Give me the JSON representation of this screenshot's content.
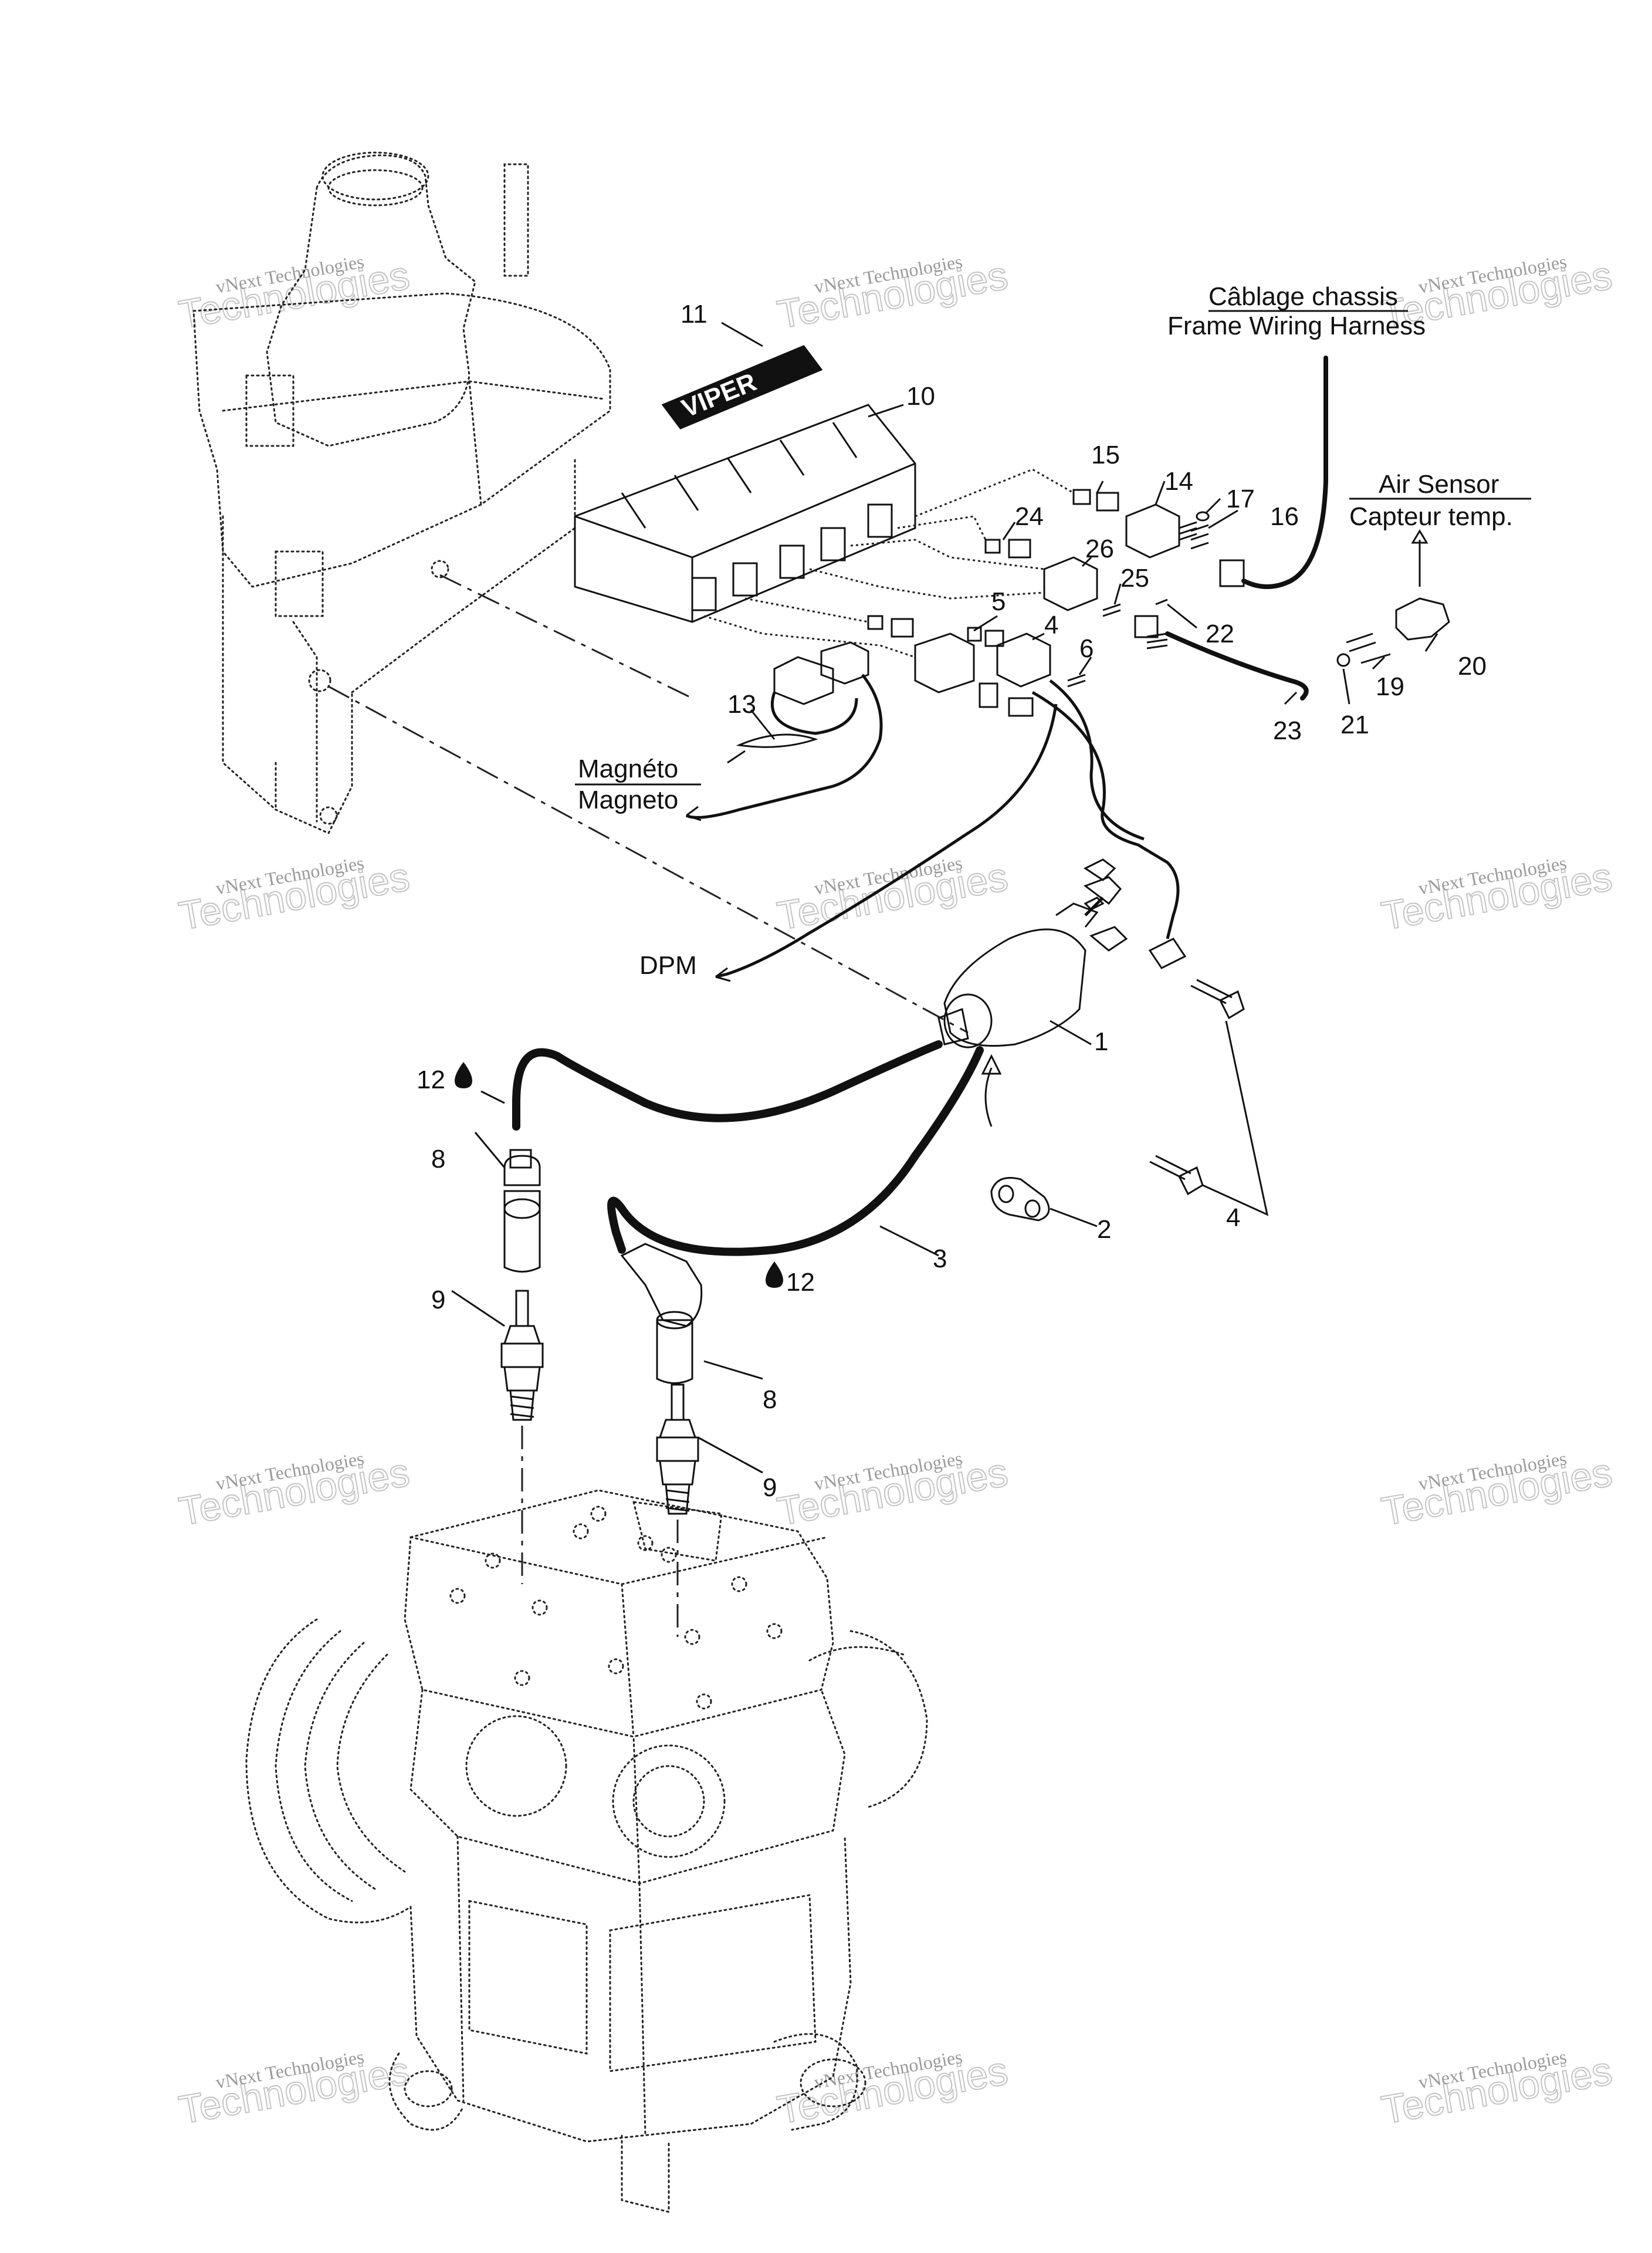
{
  "diagram": {
    "part_labels": [
      {
        "id": "1",
        "text": "1"
      },
      {
        "id": "2",
        "text": "2"
      },
      {
        "id": "3",
        "text": "3"
      },
      {
        "id": "4a",
        "text": "4"
      },
      {
        "id": "4b",
        "text": "4"
      },
      {
        "id": "5",
        "text": "5"
      },
      {
        "id": "6",
        "text": "6"
      },
      {
        "id": "8a",
        "text": "8"
      },
      {
        "id": "8b",
        "text": "8"
      },
      {
        "id": "9a",
        "text": "9"
      },
      {
        "id": "9b",
        "text": "9"
      },
      {
        "id": "10",
        "text": "10"
      },
      {
        "id": "11",
        "text": "11"
      },
      {
        "id": "12a",
        "text": "12"
      },
      {
        "id": "12b",
        "text": "12"
      },
      {
        "id": "13",
        "text": "13"
      },
      {
        "id": "14",
        "text": "14"
      },
      {
        "id": "15",
        "text": "15"
      },
      {
        "id": "16",
        "text": "16"
      },
      {
        "id": "17",
        "text": "17"
      },
      {
        "id": "19",
        "text": "19"
      },
      {
        "id": "20",
        "text": "20"
      },
      {
        "id": "21",
        "text": "21"
      },
      {
        "id": "22",
        "text": "22"
      },
      {
        "id": "23",
        "text": "23"
      },
      {
        "id": "24",
        "text": "24"
      },
      {
        "id": "25",
        "text": "25"
      },
      {
        "id": "26",
        "text": "26"
      }
    ],
    "callouts": {
      "frame_harness_fr": "Câblage chassis",
      "frame_harness_en": "Frame Wiring Harness",
      "air_sensor_en": "Air Sensor",
      "air_sensor_fr": "Capteur temp.",
      "magneto_fr": "Magnéto",
      "magneto_en": "Magneto",
      "dpm": "DPM"
    },
    "logo_text": "VIPER",
    "watermark": {
      "line1": "vNext Technologies",
      "line2": "Technologies"
    },
    "colors": {
      "ink": "#111111",
      "watermark": "#9a9a9a"
    }
  }
}
